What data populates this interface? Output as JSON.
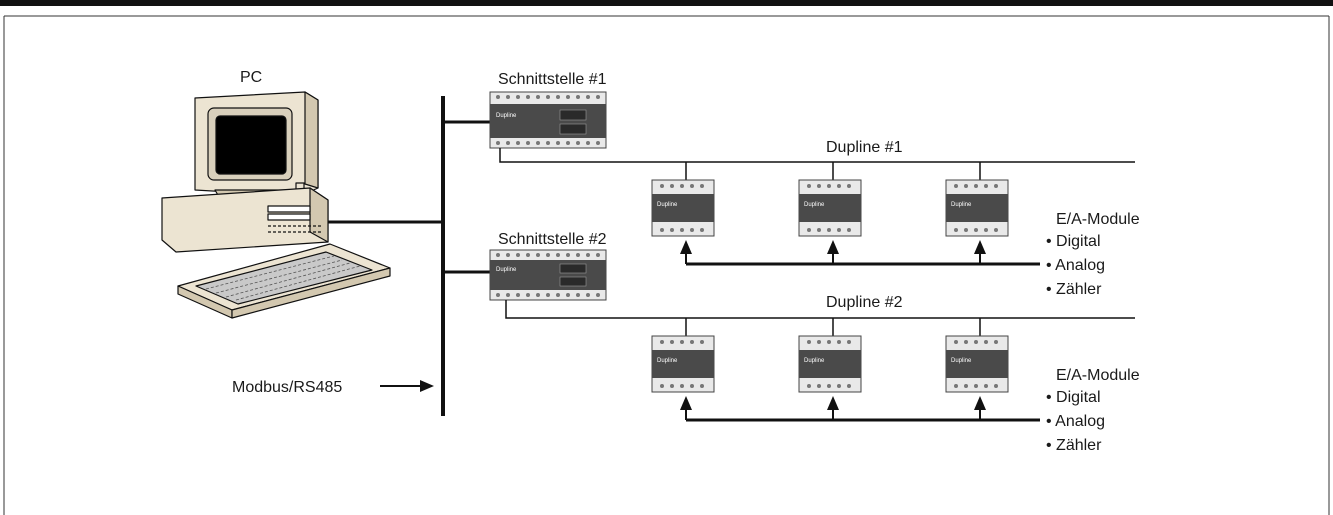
{
  "labels": {
    "pc": "PC",
    "modbus": "Modbus/RS485"
  },
  "interfaces": [
    {
      "name": "Schnittstelle #1",
      "brand": "Dupline"
    },
    {
      "name": "Schnittstelle #2",
      "brand": "Dupline"
    }
  ],
  "buses": [
    {
      "name": "Dupline #1",
      "module_group": {
        "title": "E/A-Module",
        "items": [
          "• Digital",
          "• Analog",
          "• Zähler"
        ]
      },
      "module_brand": "Dupline"
    },
    {
      "name": "Dupline #2",
      "module_group": {
        "title": "E/A-Module",
        "items": [
          "• Digital",
          "• Analog",
          "• Zähler"
        ]
      },
      "module_brand": "Dupline"
    }
  ],
  "colors": {
    "line": "#111111",
    "device_body": "#e9e9e9",
    "device_face": "#4a4a4a",
    "pc_beige": "#ece4d2"
  }
}
